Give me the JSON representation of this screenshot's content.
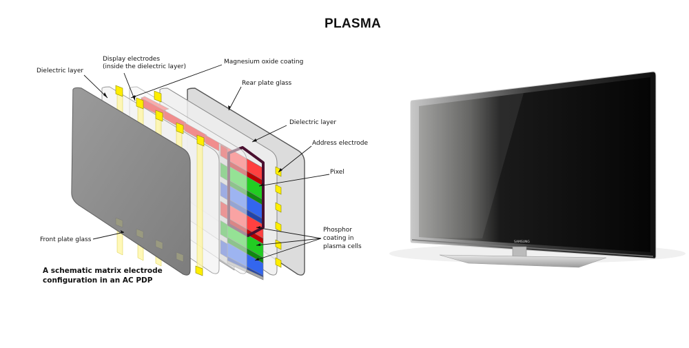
{
  "title": "PLASMA",
  "labels": {
    "dielectric_layer_front": "Dielectric layer",
    "display_electrodes_line1": "Display electrodes",
    "display_electrodes_line2": "(inside the dielectric layer)",
    "magnesium_oxide": "Magnesium oxide coating",
    "rear_plate_glass": "Rear plate glass",
    "dielectric_layer_rear": "Dielectric layer",
    "address_electrode": "Address electrode",
    "pixel": "Pixel",
    "phosphor_line1": "Phosphor",
    "phosphor_line2": "coating in",
    "phosphor_line3": "plasma cells",
    "front_plate_glass": "Front plate glass"
  },
  "caption": {
    "line1": "A schematic matrix electrode",
    "line2": "configuration in an AC PDP"
  },
  "tv": {
    "brand": "SAMSUNG"
  },
  "colors": {
    "red_phosphor": "#ee1111",
    "green_phosphor": "#22cc22",
    "blue_phosphor": "#3366ee",
    "electrode_yellow": "#ffee00",
    "pixel_outline": "#4a1030"
  }
}
